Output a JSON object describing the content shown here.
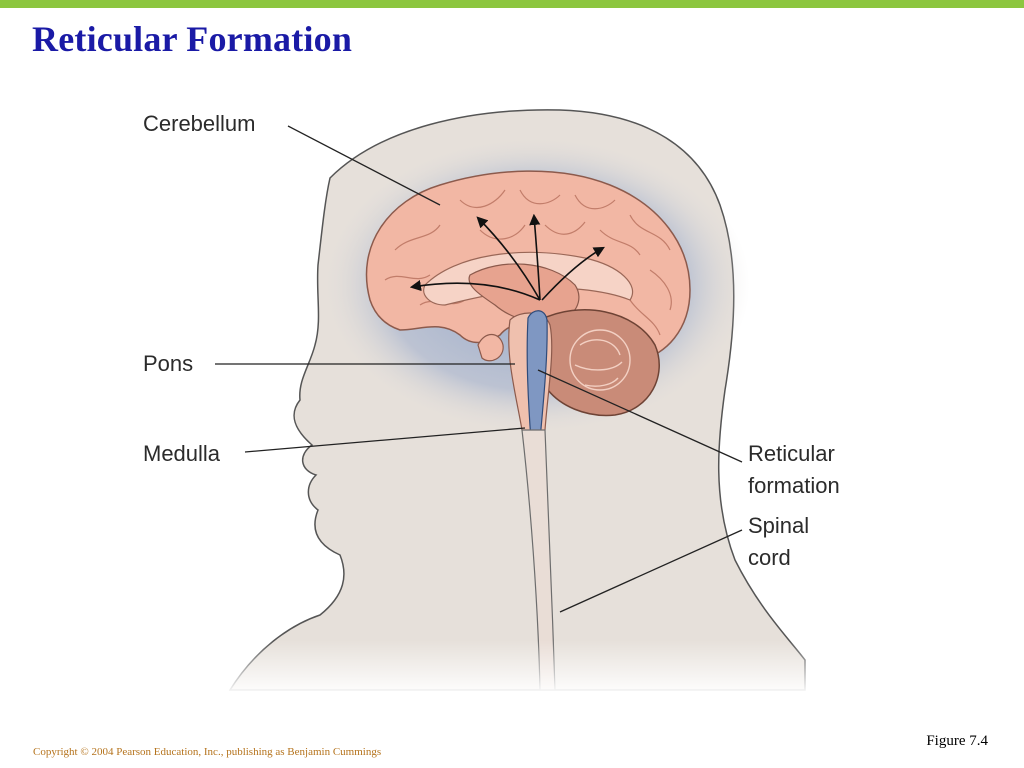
{
  "slide": {
    "title": "Reticular Formation",
    "figure_number": "Figure 7.4",
    "copyright": "Copyright © 2004 Pearson Education, Inc., publishing as Benjamin Cummings"
  },
  "diagram": {
    "labels": {
      "cerebellum": "Cerebellum",
      "pons": "Pons",
      "medulla": "Medulla",
      "reticular_line1": "Reticular",
      "reticular_line2": "formation",
      "spinal_line1": "Spinal",
      "spinal_line2": "cord"
    }
  },
  "colors": {
    "accent_bar": "#8cc63f",
    "title": "#1a1aa6",
    "copyright": "#b5731c",
    "head_skin": "#e6e0da",
    "brain": "#f2b7a4",
    "reticular_formation": "#7f97c2"
  }
}
